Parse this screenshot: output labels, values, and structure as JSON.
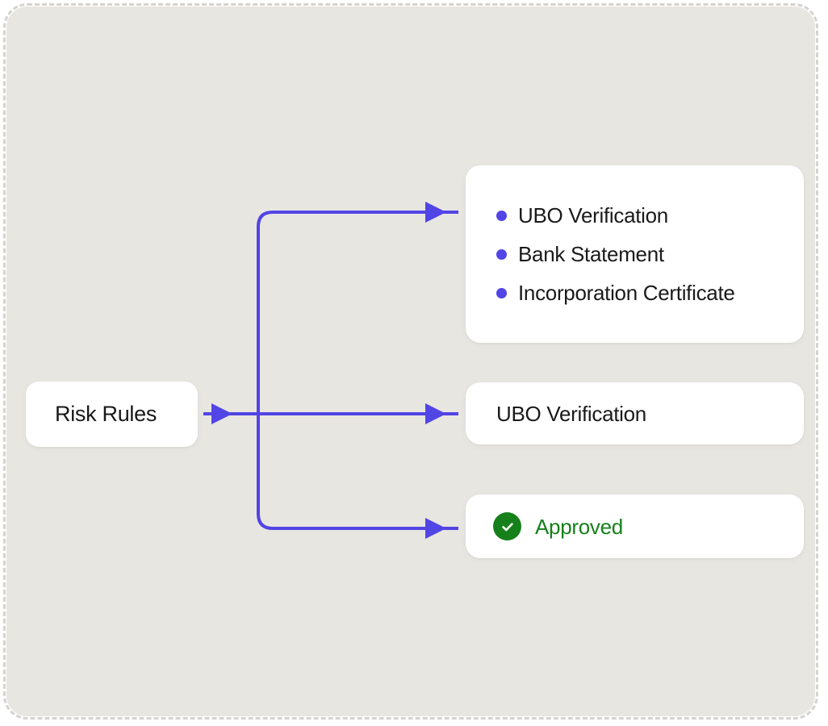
{
  "canvas": {
    "background_color": "#e8e6e1",
    "frame_style": "dashed",
    "frame_color": "#d5d3ce"
  },
  "accent": {
    "connector_color": "#5145e5",
    "bullet_color": "#5145e5",
    "success_color": "#16801a",
    "node_background": "#ffffff",
    "text_color": "#1a1a1a"
  },
  "diagram": {
    "root": {
      "label": "Risk Rules"
    },
    "branches": [
      {
        "type": "checklist",
        "items": [
          {
            "label": "UBO Verification"
          },
          {
            "label": "Bank Statement"
          },
          {
            "label": "Incorporation Certificate"
          }
        ]
      },
      {
        "type": "plain",
        "label": "UBO Verification"
      },
      {
        "type": "status",
        "label": "Approved",
        "icon": "check-circle-icon"
      }
    ]
  }
}
